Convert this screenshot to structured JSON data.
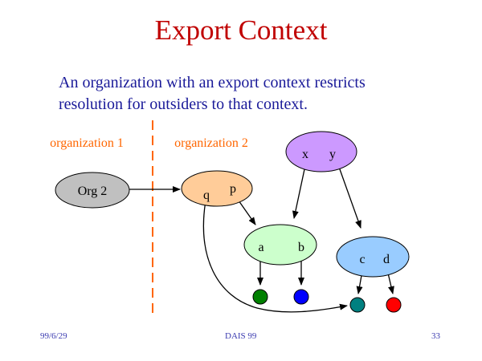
{
  "slide": {
    "title": "Export Context",
    "body_lines": [
      "An organization with an export context restricts",
      "resolution for outsiders to that context."
    ]
  },
  "diagram": {
    "region_labels": {
      "left": "organization 1",
      "right": "organization 2"
    },
    "nodes": {
      "org2": {
        "label": "Org 2",
        "fill": "#c0c0c0"
      },
      "pq": {
        "p": "p",
        "q": "q",
        "fill": "#ffcc99"
      },
      "xy": {
        "x": "x",
        "y": "y",
        "fill": "#cc99ff"
      },
      "ab": {
        "a": "a",
        "b": "b",
        "fill": "#ccffcc"
      },
      "cd": {
        "c": "c",
        "d": "d",
        "fill": "#99ccff"
      }
    },
    "leaf_colors": {
      "a": "#008000",
      "b": "#0000ff",
      "c": "#008080",
      "d": "#ff0000"
    },
    "colors": {
      "title": "#c00000",
      "body_text": "#1a1a99",
      "region_label": "#ff6600",
      "divider": "#ff6600"
    }
  },
  "footer": {
    "date": "99/6/29",
    "conference": "DAIS 99",
    "page": "33"
  }
}
